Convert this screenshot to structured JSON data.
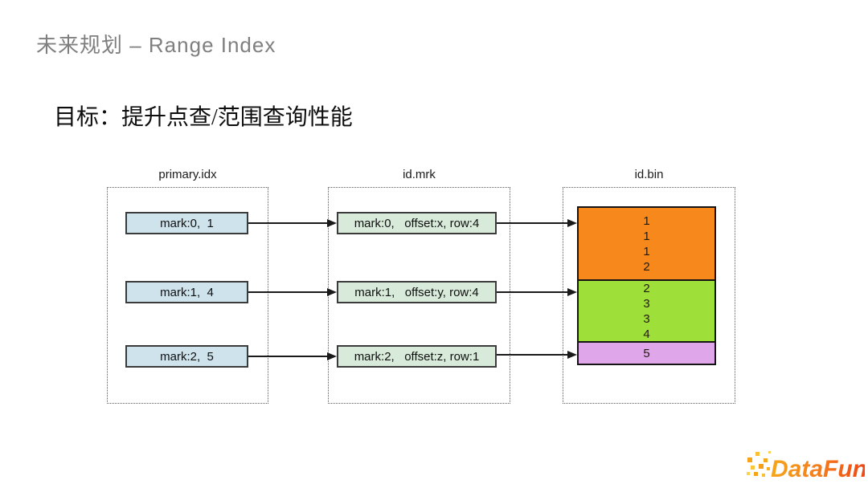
{
  "slide": {
    "title": "未来规划 – Range Index",
    "subtitle": "目标：提升点查/范围查询性能"
  },
  "diagram": {
    "columns": [
      {
        "label": "primary.idx",
        "boxes": [
          "mark:0,  1",
          "mark:1,  4",
          "mark:2,  5"
        ],
        "box_fill": "#cfe3ed"
      },
      {
        "label": "id.mrk",
        "boxes": [
          "mark:0,   offset:x, row:4",
          "mark:1,   offset:y, row:4",
          "mark:2,   offset:z, row:1"
        ],
        "box_fill": "#d8eada"
      },
      {
        "label": "id.bin",
        "blocks": [
          {
            "name": "orange-block",
            "color": "#f6881c",
            "values": [
              "1",
              "1",
              "1",
              "2"
            ]
          },
          {
            "name": "green-block",
            "color": "#9fdf39",
            "values": [
              "2",
              "3",
              "3",
              "4"
            ]
          },
          {
            "name": "violet-block",
            "color": "#dfa7ea",
            "values": [
              "5"
            ]
          }
        ]
      }
    ],
    "arrow_color": "#1a1a1a"
  },
  "logo": {
    "text": "DataFun.",
    "gradient_start": "#f7a61a",
    "gradient_end": "#ee3d12"
  }
}
